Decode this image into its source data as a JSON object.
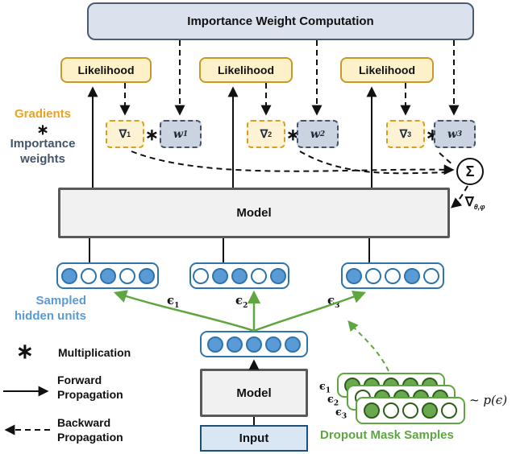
{
  "top_box": {
    "label": "Importance Weight Computation"
  },
  "columns": [
    {
      "likelihood": "Likelihood",
      "grad": "∇",
      "grad_sub": "1",
      "times": "∗",
      "weight": "w",
      "weight_sub": "1"
    },
    {
      "likelihood": "Likelihood",
      "grad": "∇",
      "grad_sub": "2",
      "times": "∗",
      "weight": "w",
      "weight_sub": "2"
    },
    {
      "likelihood": "Likelihood",
      "grad": "∇",
      "grad_sub": "3",
      "times": "∗",
      "weight": "w",
      "weight_sub": "3"
    }
  ],
  "left_labels": {
    "gradients": "Gradients",
    "times": "∗",
    "importance": "Importance",
    "weights": "weights"
  },
  "sum_symbol": "Σ",
  "grad_total": {
    "nabla": "∇",
    "sub": "θ,φ"
  },
  "model_main_label": "Model",
  "sampled_label": {
    "line1": "Sampled",
    "line2": "hidden units"
  },
  "hidden_rows": [
    {
      "pattern": [
        1,
        0,
        1,
        0,
        1
      ]
    },
    {
      "pattern": [
        0,
        1,
        1,
        0,
        1
      ]
    },
    {
      "pattern": [
        1,
        0,
        0,
        1,
        0
      ]
    }
  ],
  "epsilon_labels": [
    {
      "base": "ϵ",
      "sub": "1"
    },
    {
      "base": "ϵ",
      "sub": "2"
    },
    {
      "base": "ϵ",
      "sub": "3"
    }
  ],
  "bottom": {
    "sampled_pattern": [
      1,
      1,
      1,
      1,
      1
    ],
    "model_label": "Model",
    "input_label": "Input"
  },
  "legend": {
    "multiplication_symbol": "∗",
    "multiplication_label": "Multiplication",
    "forward_line1": "Forward",
    "forward_line2": "Propagation",
    "backward_line1": "Backward",
    "backward_line2": "Propagation"
  },
  "dropout": {
    "masks": [
      {
        "eps_base": "ϵ",
        "eps_sub": "1",
        "pattern": [
          1,
          1,
          1,
          1,
          1
        ]
      },
      {
        "eps_base": "ϵ",
        "eps_sub": "2",
        "pattern": [
          0,
          1,
          1,
          1,
          1
        ]
      },
      {
        "eps_base": "ϵ",
        "eps_sub": "3",
        "pattern": [
          1,
          0,
          0,
          1,
          0
        ]
      }
    ],
    "distribution": "~ p(ϵ)",
    "caption": "Dropout Mask Samples"
  },
  "colors": {
    "top_box_fill": "#dbe2ed",
    "top_box_border": "#4b5c6e",
    "likelihood_fill": "#fdf1ca",
    "likelihood_border": "#c79a27",
    "grad_fill": "#fdf3d4",
    "grad_border": "#d8a01d",
    "weight_fill": "#cbd3e0",
    "weight_border": "#44546a",
    "model_fill": "#f1f1f1",
    "model_border": "#595959",
    "input_fill": "#d9e7f5",
    "input_border": "#1f4e79",
    "unit_blue": "#5b9bd5",
    "unit_blue_border": "#2e74ad",
    "green": "#5ea63f",
    "green_dark": "#2f5d1c",
    "gold_text": "#eca220",
    "slate_text": "#44546a"
  }
}
